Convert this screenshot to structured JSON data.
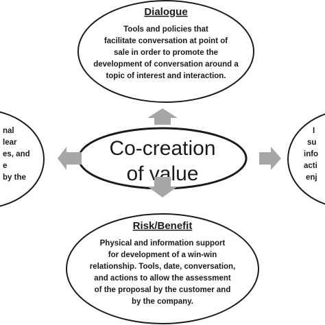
{
  "center": {
    "lines": [
      "Co-creation",
      "of value"
    ]
  },
  "nodes": {
    "top": {
      "title": "Dialogue",
      "lines": [
        "Tools and policies that",
        "facilitate conversation at point of",
        "sale in order to promote the",
        "development of conversation around a",
        "topic of interest and interaction."
      ]
    },
    "bottom": {
      "title": "Risk/Benefit",
      "lines": [
        "Physical and information support",
        "for development of a win-win",
        "relationship. Tools, date, conversation,",
        "and actions to allow the assessment",
        "of the proposal by the customer and",
        "by the company."
      ]
    },
    "left": {
      "lines": [
        "nal",
        "lear",
        "es, and",
        "e",
        "by the"
      ]
    },
    "right": {
      "lines": [
        "I",
        "su",
        "info",
        "acti",
        "enj"
      ]
    }
  },
  "colors": {
    "arrow": "#a6a6a6",
    "stroke": "#1a1a1a",
    "text": "#1a1a1a",
    "background": "#ffffff"
  }
}
